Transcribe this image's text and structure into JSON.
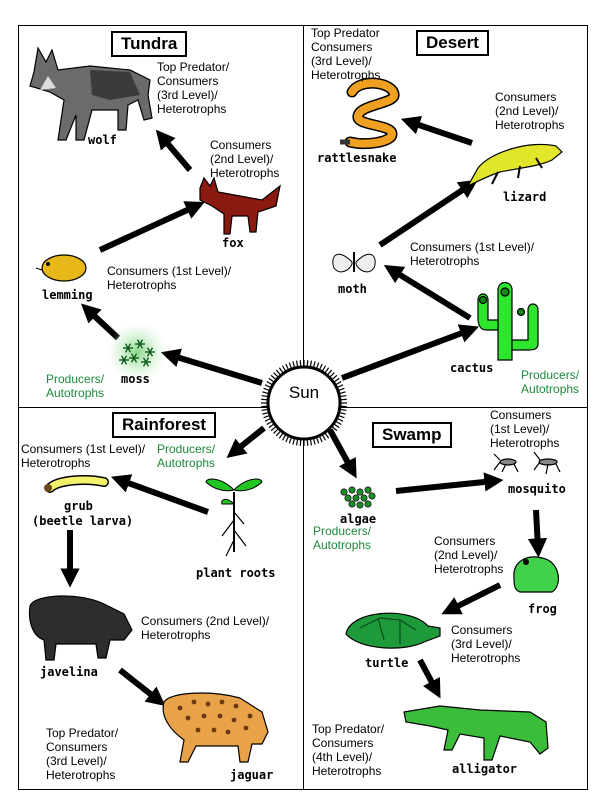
{
  "sun": "Sun",
  "panels": {
    "tundra": {
      "title": "Tundra",
      "wolf": "wolf",
      "fox": "fox",
      "lemming": "lemming",
      "moss": "moss",
      "wolf_level": [
        "Top Predator/",
        "Consumers",
        "(3rd Level)/",
        "Heterotrophs"
      ],
      "fox_level": [
        "Consumers",
        "(2nd Level)/",
        "Heterotrophs"
      ],
      "lemming_level": [
        "Consumers (1st Level)/",
        "Heterotrophs"
      ],
      "moss_level": [
        "Producers/",
        "Autotrophs"
      ]
    },
    "desert": {
      "title": "Desert",
      "rattlesnake": "rattlesnake",
      "lizard": "lizard",
      "moth": "moth",
      "cactus": "cactus",
      "rattlesnake_level": [
        "Top Predator",
        "Consumers",
        "(3rd Level)/",
        "Heterotrophs"
      ],
      "lizard_level": [
        "Consumers",
        "(2nd Level)/",
        "Heterotrophs"
      ],
      "moth_level": [
        "Consumers (1st Level)/",
        "Heterotrophs"
      ],
      "cactus_level": [
        "Producers/",
        "Autotrophs"
      ]
    },
    "rainforest": {
      "title": "Rainforest",
      "grub": [
        "grub",
        "(beetle larva)"
      ],
      "plant_roots": "plant roots",
      "javelina": "javelina",
      "jaguar": "jaguar",
      "grub_level": [
        "Consumers (1st Level)/",
        "Heterotrophs"
      ],
      "plant_level": [
        "Producers/",
        "Autotrophs"
      ],
      "javelina_level": [
        "Consumers (2nd Level)/",
        "Heterotrophs"
      ],
      "jaguar_level": [
        "Top Predator/",
        "Consumers",
        "(3rd Level)/",
        "Heterotrophs"
      ]
    },
    "swamp": {
      "title": "Swamp",
      "algae": "algae",
      "mosquito": "mosquito",
      "frog": "frog",
      "turtle": "turtle",
      "alligator": "alligator",
      "algae_level": [
        "Producers/",
        "Autotrophs"
      ],
      "mosquito_level": [
        "Consumers",
        "(1st Level)/",
        "Heterotrophs"
      ],
      "frog_level": [
        "Consumers",
        "(2nd Level)/",
        "Heterotrophs"
      ],
      "turtle_level": [
        "Consumers",
        "(3rd Level)/",
        "Heterotrophs"
      ],
      "alligator_level": [
        "Top Predator/",
        "Consumers",
        "(4th Level)/",
        "Heterotrophs"
      ]
    }
  },
  "colors": {
    "producer_text": "#1b8a3a",
    "arrow": "#000000"
  },
  "icons": [
    "wolf-icon",
    "fox-icon",
    "lemming-icon",
    "moss-icon",
    "rattlesnake-icon",
    "lizard-icon",
    "moth-icon",
    "cactus-icon",
    "grub-icon",
    "plant-roots-icon",
    "javelina-icon",
    "jaguar-icon",
    "algae-icon",
    "mosquito-icon",
    "frog-icon",
    "turtle-icon",
    "alligator-icon",
    "sun-icon"
  ]
}
